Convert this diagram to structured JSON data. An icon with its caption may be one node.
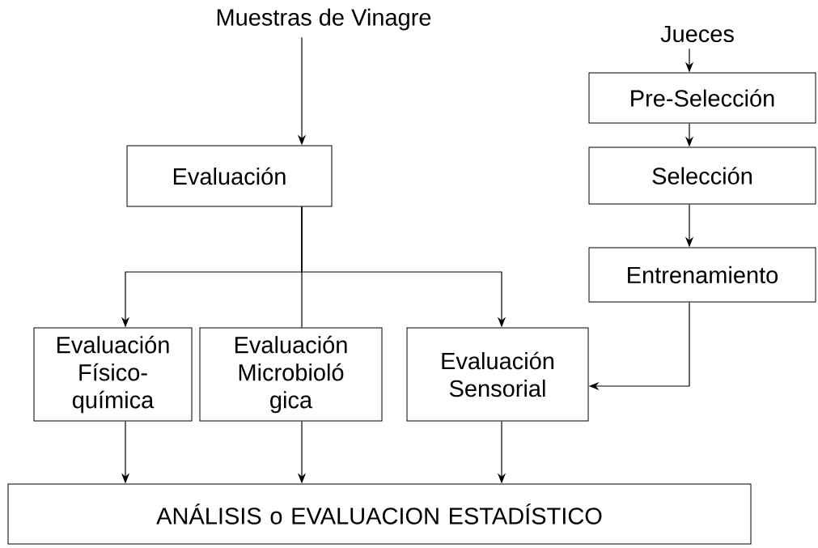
{
  "diagram": {
    "nodes": [
      {
        "text": [
          "Muestras de Vinagre"
        ]
      },
      {
        "text": [
          "Evaluación"
        ]
      },
      {
        "text": [
          "Jueces"
        ]
      },
      {
        "text": [
          "Pre-Selección"
        ]
      },
      {
        "text": [
          "Selección"
        ]
      },
      {
        "text": [
          "Entrenamiento"
        ]
      },
      {
        "text": [
          "Evaluación Físico- química"
        ]
      },
      {
        "text": [
          "Evaluación Microbioló gica"
        ]
      },
      {
        "text": [
          "Evaluación Sensorial"
        ]
      },
      {
        "text": [
          "ANÁLISIS o EVALUACION ESTADÍSTICO"
        ]
      }
    ],
    "edges": [
      {
        "from": 0,
        "to": 1,
        "arrow": "to"
      },
      {
        "from": 1,
        "to": 6,
        "arrow": "to"
      },
      {
        "from": 1,
        "to": 7,
        "arrow": "none"
      },
      {
        "from": 1,
        "to": 8,
        "arrow": "to"
      },
      {
        "from": 2,
        "to": 3,
        "arrow": "to"
      },
      {
        "from": 3,
        "to": 4,
        "arrow": "to"
      },
      {
        "from": 4,
        "to": 5,
        "arrow": "to"
      },
      {
        "from": 5,
        "to": 8,
        "arrow": "to"
      },
      {
        "from": 6,
        "to": 9,
        "arrow": "to"
      },
      {
        "from": 7,
        "to": 9,
        "arrow": "to"
      },
      {
        "from": 8,
        "to": 9,
        "arrow": "to"
      }
    ]
  }
}
